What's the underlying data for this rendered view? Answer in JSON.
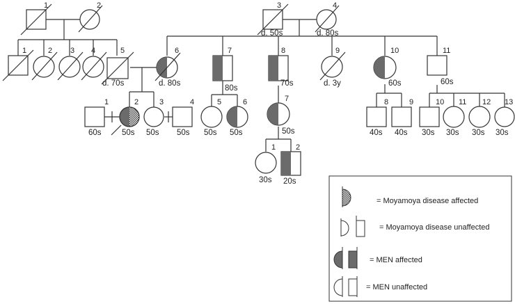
{
  "individuals": [
    {
      "id": "g1-1",
      "gen": "I",
      "num": "1",
      "age": ""
    },
    {
      "id": "g1-2",
      "gen": "I",
      "num": "2",
      "age": ""
    },
    {
      "id": "g1-3",
      "gen": "I",
      "num": "3",
      "age": "d. 50s"
    },
    {
      "id": "g1-4",
      "gen": "I",
      "num": "4",
      "age": "d. 80s"
    },
    {
      "id": "g2-1",
      "gen": "II",
      "num": "1",
      "age": ""
    },
    {
      "id": "g2-2",
      "gen": "II",
      "num": "2",
      "age": ""
    },
    {
      "id": "g2-3",
      "gen": "II",
      "num": "3",
      "age": ""
    },
    {
      "id": "g2-4",
      "gen": "II",
      "num": "4",
      "age": ""
    },
    {
      "id": "g2-5",
      "gen": "II",
      "num": "5",
      "age": "d. 70s"
    },
    {
      "id": "g2-6",
      "gen": "II",
      "num": "6",
      "age": "d. 80s"
    },
    {
      "id": "g2-7",
      "gen": "II",
      "num": "7",
      "age": "80s"
    },
    {
      "id": "g2-8",
      "gen": "II",
      "num": "8",
      "age": "70s"
    },
    {
      "id": "g2-9",
      "gen": "II",
      "num": "9",
      "age": "d. 3y"
    },
    {
      "id": "g2-10",
      "gen": "II",
      "num": "10",
      "age": "60s"
    },
    {
      "id": "g2-11",
      "gen": "II",
      "num": "11",
      "age": "60s"
    },
    {
      "id": "g3-1",
      "gen": "III",
      "num": "1",
      "age": "60s"
    },
    {
      "id": "g3-2",
      "gen": "III",
      "num": "2",
      "age": "50s"
    },
    {
      "id": "g3-3",
      "gen": "III",
      "num": "3",
      "age": "50s"
    },
    {
      "id": "g3-4",
      "gen": "III",
      "num": "4",
      "age": "50s"
    },
    {
      "id": "g3-5",
      "gen": "III",
      "num": "5",
      "age": "50s"
    },
    {
      "id": "g3-6",
      "gen": "III",
      "num": "6",
      "age": "50s"
    },
    {
      "id": "g3-7",
      "gen": "III",
      "num": "7",
      "age": "50s"
    },
    {
      "id": "g3-8",
      "gen": "III",
      "num": "8",
      "age": "40s"
    },
    {
      "id": "g3-9",
      "gen": "III",
      "num": "9",
      "age": "40s"
    },
    {
      "id": "g3-10",
      "gen": "III",
      "num": "10",
      "age": "30s"
    },
    {
      "id": "g3-11",
      "gen": "III",
      "num": "11",
      "age": "30s"
    },
    {
      "id": "g3-12",
      "gen": "III",
      "num": "12",
      "age": "30s"
    },
    {
      "id": "g3-13",
      "gen": "III",
      "num": "13",
      "age": "30s"
    },
    {
      "id": "g4-1",
      "gen": "IV",
      "num": "1",
      "age": "30s"
    },
    {
      "id": "g4-2",
      "gen": "IV",
      "num": "2",
      "age": "20s"
    }
  ],
  "legend": {
    "moyamoya_affected": "= Moyamoya disease affected",
    "moyamoya_unaffected": "= Moyamoya disease unaffected",
    "men_affected": "= MEN affected",
    "men_unaffected": "= MEN unaffected"
  },
  "colors": {
    "line": "#333333",
    "men_fill": "#6b6b6b",
    "moyamoya_hatch": "#3a3a3a",
    "background": "#ffffff"
  }
}
